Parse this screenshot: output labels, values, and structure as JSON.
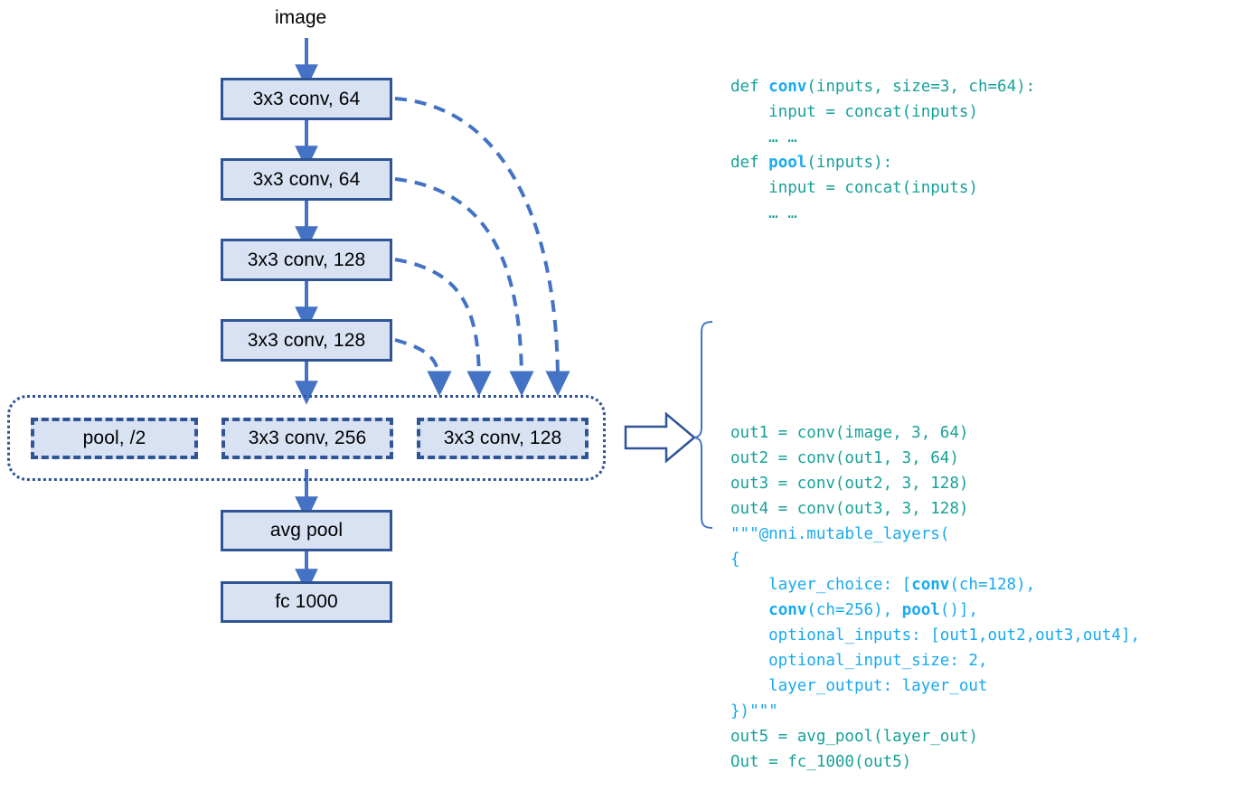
{
  "diagram": {
    "input_label": "image",
    "backbone": [
      {
        "label": "3x3 conv, 64",
        "var": "out1"
      },
      {
        "label": "3x3 conv, 64",
        "var": "out2"
      },
      {
        "label": "3x3 conv, 128",
        "var": "out3"
      },
      {
        "label": "3x3 conv, 128",
        "var": "out4"
      }
    ],
    "mutable_choices": [
      {
        "label": "pool, /2"
      },
      {
        "label": "3x3 conv, 256"
      },
      {
        "label": "3x3 conv, 128"
      }
    ],
    "tail": [
      {
        "label": "avg pool"
      },
      {
        "label": "fc 1000"
      }
    ],
    "colors": {
      "node_fill": "#d9e2f3",
      "node_border": "#2f5597",
      "arrow": "#4472c4",
      "dashed_arrow": "#4472c4",
      "container_border": "#2f5597",
      "block_arrow_stroke": "#2f5597",
      "brace": "#4472c4"
    }
  },
  "code": {
    "defs": [
      {
        "parts": [
          {
            "t": "def ",
            "s": "teal"
          },
          {
            "t": "conv",
            "s": "kw"
          },
          {
            "t": "(inputs, size=3, ch=64):",
            "s": "teal"
          }
        ]
      },
      {
        "parts": [
          {
            "t": "    input = concat(inputs)",
            "s": "teal"
          }
        ]
      },
      {
        "parts": [
          {
            "t": "    … …",
            "s": "teal"
          }
        ]
      },
      {
        "parts": [
          {
            "t": "def ",
            "s": "teal"
          },
          {
            "t": "pool",
            "s": "kw"
          },
          {
            "t": "(inputs):",
            "s": "teal"
          }
        ]
      },
      {
        "parts": [
          {
            "t": "    input = concat(inputs)",
            "s": "teal"
          }
        ]
      },
      {
        "parts": [
          {
            "t": "    … …",
            "s": "teal"
          }
        ]
      }
    ],
    "body": [
      {
        "parts": [
          {
            "t": "out1 = conv(image, 3, 64)",
            "s": "teal"
          }
        ]
      },
      {
        "parts": [
          {
            "t": "out2 = conv(out1, 3, 64)",
            "s": "teal"
          }
        ]
      },
      {
        "parts": [
          {
            "t": "out3 = conv(out2, 3, 128)",
            "s": "teal"
          }
        ]
      },
      {
        "parts": [
          {
            "t": "out4 = conv(out3, 3, 128)",
            "s": "teal"
          }
        ]
      },
      {
        "parts": [
          {
            "t": "\"\"\"@nni.mutable_layers(",
            "s": "azure"
          }
        ]
      },
      {
        "parts": [
          {
            "t": "{",
            "s": "azure"
          }
        ]
      },
      {
        "parts": [
          {
            "t": "    layer_choice: [",
            "s": "azure"
          },
          {
            "t": "conv",
            "s": "kw"
          },
          {
            "t": "(ch=128),",
            "s": "azure"
          }
        ]
      },
      {
        "parts": [
          {
            "t": "    ",
            "s": "azure"
          },
          {
            "t": "conv",
            "s": "kw"
          },
          {
            "t": "(ch=256), ",
            "s": "azure"
          },
          {
            "t": "pool",
            "s": "kw"
          },
          {
            "t": "()],",
            "s": "azure"
          }
        ]
      },
      {
        "parts": [
          {
            "t": "    optional_inputs: [out1,out2,out3,out4],",
            "s": "azure"
          }
        ]
      },
      {
        "parts": [
          {
            "t": "    optional_input_size: 2,",
            "s": "azure"
          }
        ]
      },
      {
        "parts": [
          {
            "t": "    layer_output: layer_out",
            "s": "azure"
          }
        ]
      },
      {
        "parts": [
          {
            "t": "})\"\"\"",
            "s": "azure"
          }
        ]
      },
      {
        "parts": [
          {
            "t": "out5 = avg_pool(layer_out)",
            "s": "teal"
          }
        ]
      },
      {
        "parts": [
          {
            "t": "Out = fc_1000(out5)",
            "s": "teal"
          }
        ]
      }
    ]
  }
}
